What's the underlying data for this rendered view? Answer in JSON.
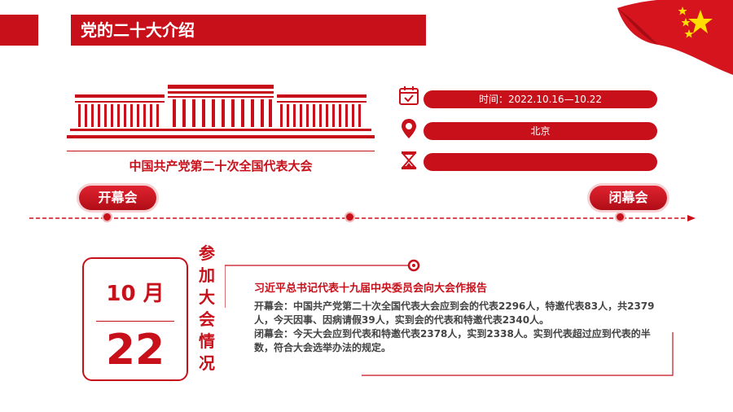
{
  "header": {
    "title": "党的二十大介绍"
  },
  "congress": {
    "name": "中国共产党第二十次全国代表大会"
  },
  "info": [
    {
      "icon": "calendar-icon",
      "text": "时间：2022.10.16—10.22"
    },
    {
      "icon": "location-pin-icon",
      "text": "北京"
    },
    {
      "icon": "hourglass-icon",
      "text": ""
    }
  ],
  "timeline": {
    "open_label": "开幕会",
    "close_label": "闭幕会"
  },
  "date": {
    "month": "10 月",
    "day": "22"
  },
  "side_label": [
    "参",
    "加",
    "大",
    "会",
    "情",
    "况"
  ],
  "report": {
    "title": "习近平总书记代表十九届中央委员会向大会作报告",
    "para1": "开幕会：中国共产党第二十次全国代表大会应到会的代表2296人，特邀代表83人，共2379人，今天因事、因病请假39人，实到会的代表和特邀代表2340人。",
    "para2": "闭幕会：今天大会应到代表和特邀代表2378人，实到2338人。实到代表超过应到代表的半数，符合大会选举办法的规定。"
  },
  "colors": {
    "primary": "#c8101b",
    "flag_star": "#ffde00"
  }
}
